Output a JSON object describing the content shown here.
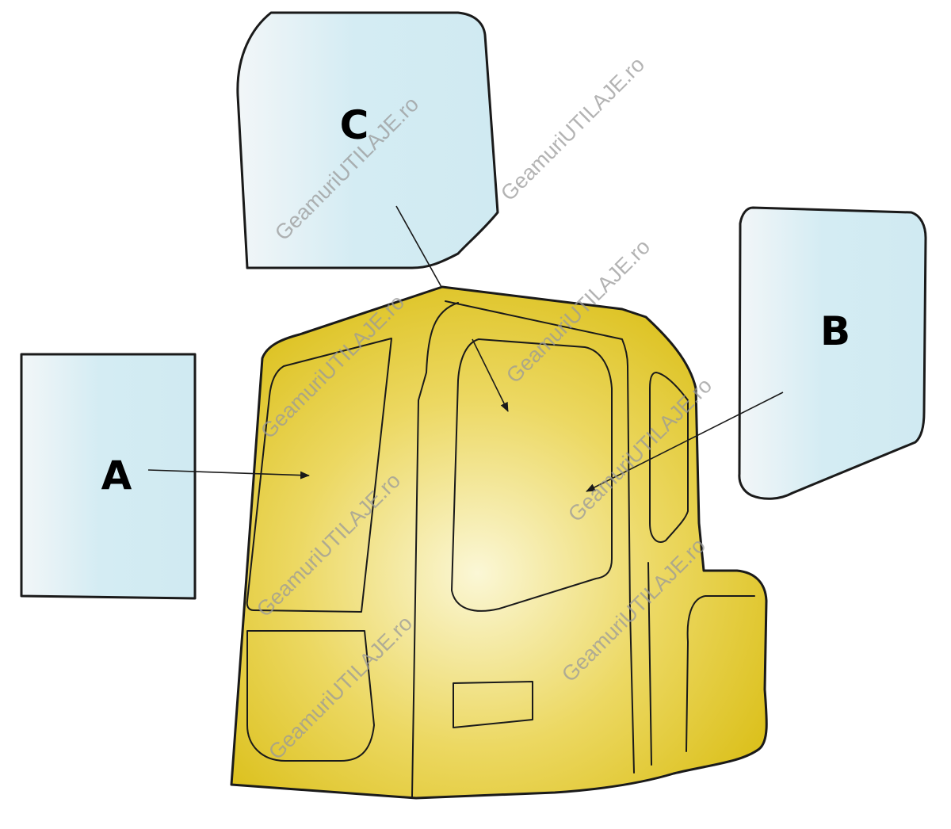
{
  "glass_panels": [
    {
      "id": "A",
      "label": "A"
    },
    {
      "id": "B",
      "label": "B"
    },
    {
      "id": "C",
      "label": "C"
    }
  ],
  "watermark": {
    "text": "GeamuriUTILAJE.ro"
  },
  "colors": {
    "cab_yellow": "#e8cf2c",
    "cab_highlight": "#fbf7d4",
    "glass_light": "#eef6f8",
    "glass_blue": "#d4ecf3",
    "window_white": "#ffffff",
    "outline": "#1a1a1a"
  }
}
